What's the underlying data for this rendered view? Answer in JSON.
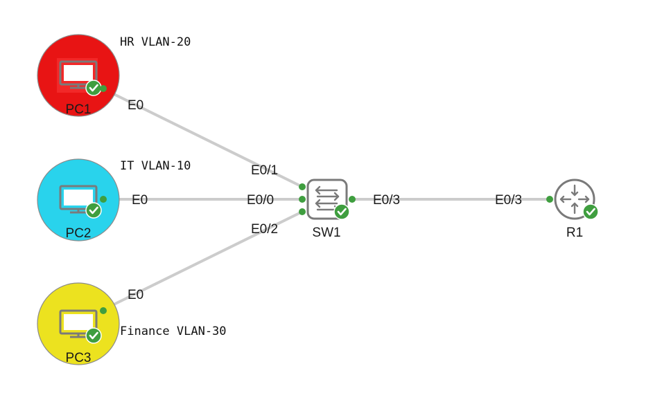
{
  "colors": {
    "hr_circle": "#e81414",
    "it_circle": "#29d3ec",
    "finance_circle": "#ece21f",
    "link": "#cccccc",
    "port_dot": "#3f9e3f",
    "status_ok": "#3f9e3f",
    "device_gray": "#7a7a7a"
  },
  "nodes": {
    "pc1": {
      "name": "PC1",
      "vlan": "HR VLAN-20",
      "icon": "monitor-icon",
      "status": "ok"
    },
    "pc2": {
      "name": "PC2",
      "vlan": "IT VLAN-10",
      "icon": "monitor-icon",
      "status": "ok"
    },
    "pc3": {
      "name": "PC3",
      "vlan": "Finance VLAN-30",
      "icon": "monitor-icon",
      "status": "ok"
    },
    "sw1": {
      "name": "SW1",
      "icon": "switch-icon",
      "status": "ok"
    },
    "r1": {
      "name": "R1",
      "icon": "router-icon",
      "status": "ok"
    }
  },
  "links": {
    "pc1_sw1": {
      "a_port": "E0",
      "b_port": "E0/1"
    },
    "pc2_sw1": {
      "a_port": "E0",
      "b_port": "E0/0"
    },
    "pc3_sw1": {
      "a_port": "E0",
      "b_port": "E0/2"
    },
    "sw1_r1": {
      "a_port": "E0/3",
      "b_port": "E0/3"
    }
  }
}
